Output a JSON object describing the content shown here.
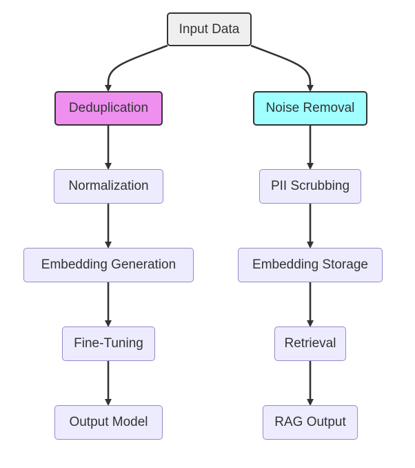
{
  "diagram": {
    "type": "flowchart",
    "nodes": [
      {
        "id": "input",
        "label": "Input Data"
      },
      {
        "id": "dedup",
        "label": "Deduplication"
      },
      {
        "id": "noise",
        "label": "Noise Removal"
      },
      {
        "id": "norm",
        "label": "Normalization"
      },
      {
        "id": "pii",
        "label": "PII Scrubbing"
      },
      {
        "id": "embgen",
        "label": "Embedding Generation"
      },
      {
        "id": "embstore",
        "label": "Embedding Storage"
      },
      {
        "id": "finetune",
        "label": "Fine-Tuning"
      },
      {
        "id": "retrieval",
        "label": "Retrieval"
      },
      {
        "id": "outmodel",
        "label": "Output Model"
      },
      {
        "id": "ragout",
        "label": "RAG Output"
      }
    ],
    "edges": [
      {
        "from": "input",
        "to": "dedup"
      },
      {
        "from": "input",
        "to": "noise"
      },
      {
        "from": "dedup",
        "to": "norm"
      },
      {
        "from": "norm",
        "to": "embgen"
      },
      {
        "from": "embgen",
        "to": "finetune"
      },
      {
        "from": "finetune",
        "to": "outmodel"
      },
      {
        "from": "noise",
        "to": "pii"
      },
      {
        "from": "pii",
        "to": "embstore"
      },
      {
        "from": "embstore",
        "to": "retrieval"
      },
      {
        "from": "retrieval",
        "to": "ragout"
      }
    ],
    "colors": {
      "default_fill": "#ececfe",
      "default_stroke": "#9887cc",
      "start_fill": "#efefef",
      "deduplication_fill": "#ef8ff0",
      "noise_removal_fill": "#a0ffff",
      "edge": "#333333",
      "text": "#333333"
    }
  }
}
